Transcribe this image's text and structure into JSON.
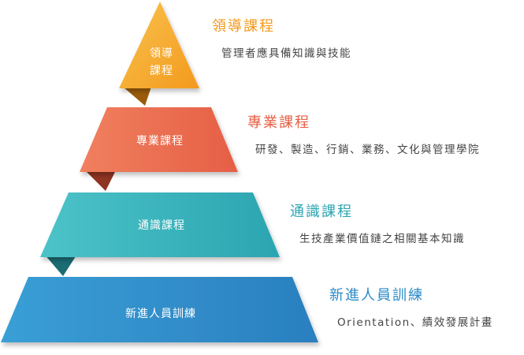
{
  "tiers": [
    {
      "label_lines": [
        "領導",
        "課程"
      ],
      "title": "領導課程",
      "description": "管理者應具備知識與技能",
      "color": "#f5a623"
    },
    {
      "label_lines": [
        "專業課程"
      ],
      "title": "專業課程",
      "description": "研發、製造、行銷、業務、文化與管理學院",
      "color": "#ea6a4f"
    },
    {
      "label_lines": [
        "通識課程"
      ],
      "title": "通識課程",
      "description": "生技產業價值鏈之相關基本知識",
      "color": "#3cb4bd"
    },
    {
      "label_lines": [
        "新進人員訓練"
      ],
      "title": "新進人員訓練",
      "description": "Orientation、績效發展計畫",
      "color": "#2e8ec8"
    }
  ]
}
